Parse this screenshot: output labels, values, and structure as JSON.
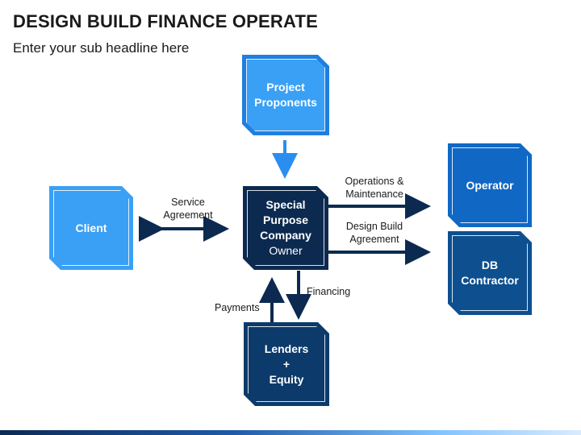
{
  "header": {
    "title": "DESIGN BUILD FINANCE OPERATE",
    "subtitle": "Enter your sub headline here"
  },
  "nodes": {
    "project_proponents": "Project\nProponents",
    "client": "Client",
    "spv_main": "Special\nPurpose\nCompany",
    "spv_owner": "Owner",
    "operator": "Operator",
    "db_contractor": "DB\nContractor",
    "lenders": "Lenders\n+\nEquity"
  },
  "edges": {
    "service_agreement": "Service\nAgreement",
    "operations_maintenance": "Operations &\nMaintenance",
    "design_build_agreement": "Design Build\nAgreement",
    "financing": "Financing",
    "payments": "Payments"
  },
  "colors": {
    "light_blue": "#3aa0f5",
    "mid_blue": "#1f7ee0",
    "dark_navy": "#0c2a50",
    "deep_blue": "#0d4f8f",
    "arrow": "#0c2a50"
  }
}
